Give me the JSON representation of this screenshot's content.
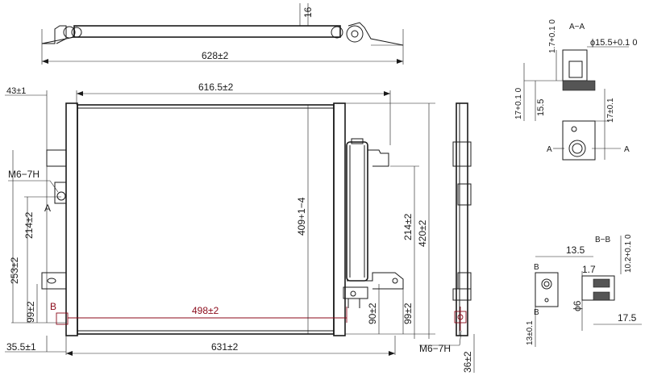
{
  "colors": {
    "line": "#1a1a1a",
    "highlight": "#8b0a1a",
    "background": "#ffffff"
  },
  "dims": {
    "top_thickness": "16",
    "top_overall_width": "628±2",
    "core_width": "616.5±2",
    "left_offset": "43±1",
    "thread_left": "M6−7H",
    "label_a_left": "A",
    "h_214_left": "214±2",
    "h_253_left": "253±2",
    "h_99_left": "99±2",
    "label_b_left": "B",
    "core_height": "409+1−4",
    "red_width": "498±2",
    "h_214_right": "214±2",
    "h_420_right": "420±2",
    "h_90_right": "90±2",
    "h_99_right": "99±2",
    "bottom_left": "35.5±1",
    "bottom_width": "631±2",
    "thread_bottom": "M6−7H",
    "bottom_36": "36±2",
    "aa_title": "A−A",
    "aa_17_tol": "1.7+0.1 0",
    "aa_dia": "ϕ15.5+0.1 0",
    "aa_17_left": "17+0.1 0",
    "aa_155": "15.5",
    "aa_17_right": "17±0.1",
    "aa_marker": "A",
    "bb_title": "B−B",
    "bb_135": "13.5",
    "bb_102": "10.2+0.1 0",
    "bb_17": "1.7",
    "bb_dia6": "ϕ6",
    "bb_175": "17.5",
    "bb_13": "13±0.1",
    "bb_marker": "B"
  }
}
